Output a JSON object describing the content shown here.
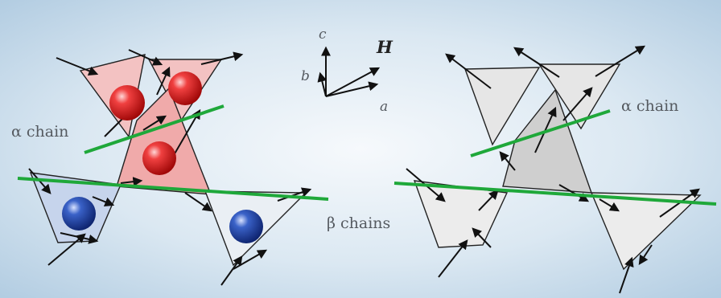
{
  "labels": {
    "alpha_chain_left": "α chain",
    "alpha_chain_right": "α chain",
    "beta_chains": "β chains",
    "axis_c": "c",
    "axis_b": "b",
    "axis_a": "a",
    "field_H": "H"
  },
  "colors": {
    "background_center": "#f4f8fb",
    "background_edge": "#b9d3e6",
    "chain_line": "#1fa83a",
    "red_triangle": "#f2b8b8",
    "blue_triangle": "#b8c9e6",
    "gray_triangle": "#e8e8e8",
    "red_sphere": "#e01818",
    "blue_sphere": "#1c44a8"
  }
}
